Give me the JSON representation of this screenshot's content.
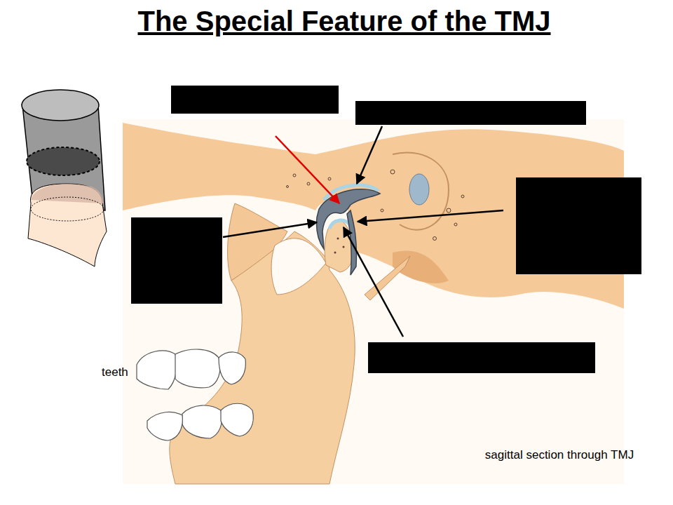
{
  "diagram": {
    "title": "The Special Feature of the TMJ",
    "labels": [
      "teeth",
      "sagittal section through TMJ"
    ]
  }
}
